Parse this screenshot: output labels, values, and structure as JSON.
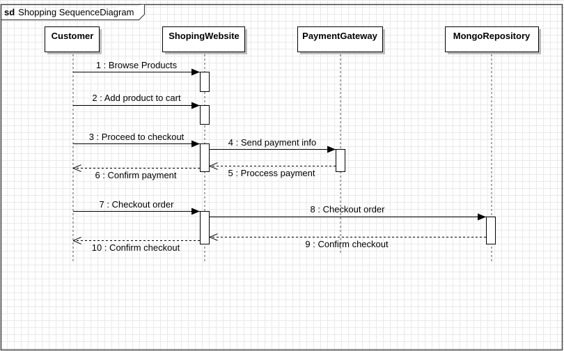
{
  "frame": {
    "keyword": "sd",
    "title": "Shopping SequenceDiagram"
  },
  "participants": [
    {
      "id": "customer",
      "label": "Customer"
    },
    {
      "id": "website",
      "label": "ShopingWebsite"
    },
    {
      "id": "gateway",
      "label": "PaymentGateway"
    },
    {
      "id": "repository",
      "label": "MongoRepository"
    }
  ],
  "messages": [
    {
      "number": 1,
      "label": "1 : Browse Products",
      "from": "customer",
      "to": "website",
      "kind": "sync"
    },
    {
      "number": 2,
      "label": "2 : Add product  to cart",
      "from": "customer",
      "to": "website",
      "kind": "sync"
    },
    {
      "number": 3,
      "label": "3 : Proceed to checkout",
      "from": "customer",
      "to": "website",
      "kind": "sync"
    },
    {
      "number": 4,
      "label": "4 : Send payment info",
      "from": "website",
      "to": "gateway",
      "kind": "sync"
    },
    {
      "number": 5,
      "label": "5 : Proccess payment",
      "from": "gateway",
      "to": "website",
      "kind": "return"
    },
    {
      "number": 6,
      "label": "6 : Confirm payment",
      "from": "website",
      "to": "customer",
      "kind": "return"
    },
    {
      "number": 7,
      "label": "7 : Checkout order",
      "from": "customer",
      "to": "website",
      "kind": "sync"
    },
    {
      "number": 8,
      "label": "8 : Checkout order",
      "from": "website",
      "to": "repository",
      "kind": "sync"
    },
    {
      "number": 9,
      "label": "9 : Confirm checkout",
      "from": "repository",
      "to": "website",
      "kind": "return"
    },
    {
      "number": 10,
      "label": "10 : Confirm checkout",
      "from": "website",
      "to": "customer",
      "kind": "return"
    }
  ]
}
